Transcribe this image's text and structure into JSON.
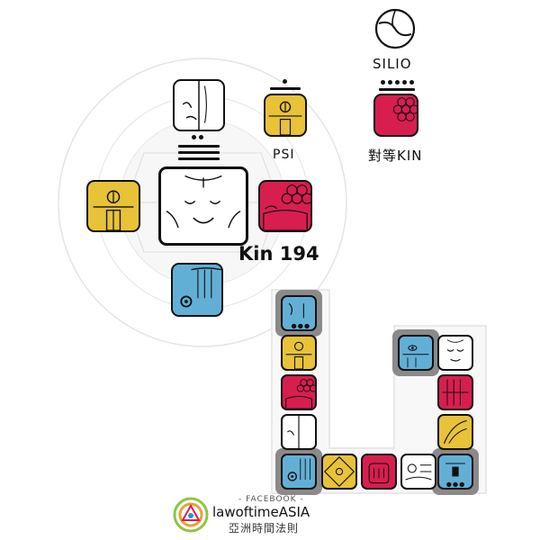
{
  "kin_label": "Kin 194",
  "oracle": {
    "psi_label": "PSI"
  },
  "side_panel": {
    "silio_label": "SILIO",
    "equal_kin_label": "對等KIN"
  },
  "footer": {
    "facebook_label": "- FACEBOOK -",
    "brand_name": "lawoftimeASIA",
    "brand_chinese": "亞洲時間法則"
  },
  "colors": {
    "yellow": "#e8c237",
    "red": "#d81e4f",
    "blue": "#62afd6",
    "white": "#ffffff",
    "dark": "#111111"
  },
  "icons": [
    "silio-icon",
    "white-wizard-glyph",
    "yellow-star-glyph",
    "red-moon-glyph",
    "blue-hand-glyph",
    "mirror-glyph"
  ]
}
